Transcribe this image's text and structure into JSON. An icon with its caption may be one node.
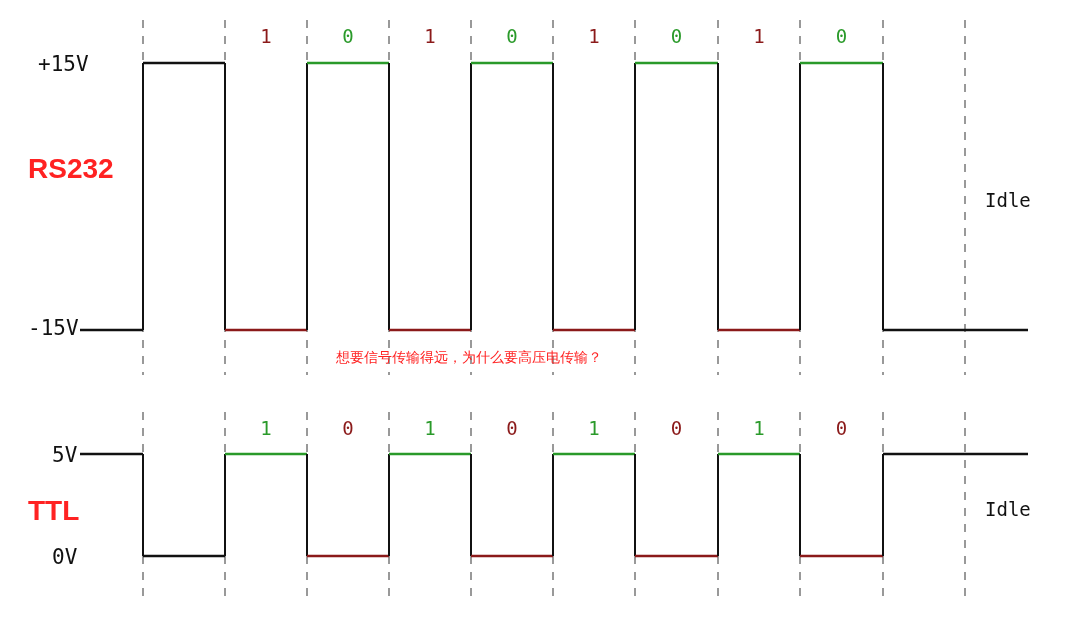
{
  "diagram": {
    "labels": [
      "1",
      "0",
      "1",
      "0",
      "1",
      "0",
      "1",
      "0",
      "+15V",
      "RS232",
      "Idle",
      "-15V",
      "想要信号传输得远，为什么要高压电传输？",
      "1",
      "0",
      "1",
      "0",
      "1",
      "0",
      "1",
      "0",
      "5V",
      "TTL",
      "Idle",
      "0V"
    ]
  }
}
